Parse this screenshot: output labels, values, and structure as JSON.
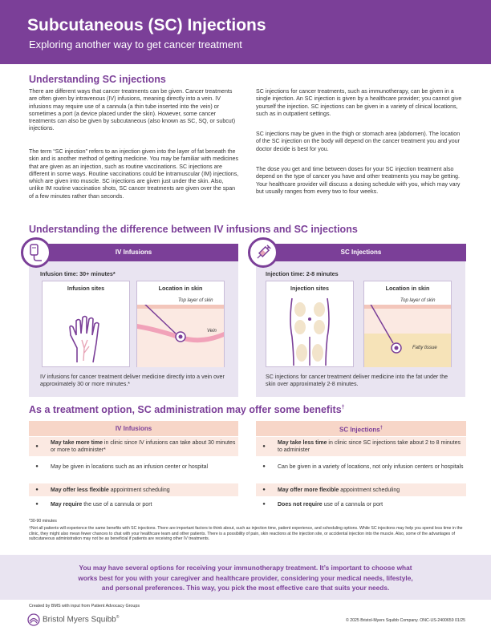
{
  "header": {
    "title": "Subcutaneous (SC) Injections",
    "subtitle": "Exploring another way to get cancer treatment"
  },
  "understanding": {
    "title": "Understanding SC injections",
    "left_p1": "There are different ways that cancer treatments can be given. Cancer treatments are often given by intravenous (IV) infusions, meaning directly into a vein. IV infusions may require use of a cannula (a thin tube inserted into the vein) or sometimes a port (a device placed under the skin). However, some cancer treatments can also be given by subcutaneous (also known as SC, SQ, or subcut) injections.",
    "left_p2": "The term “SC injection” refers to an injection given into the layer of fat beneath the skin and is another method of getting medicine. You may be familiar with medicines that are given as an injection, such as routine vaccinations. SC injections are different in some ways. Routine vaccinations could be intramuscular (IM) injections, which are given into muscle. SC injections are given just under the skin. Also, unlike IM routine vaccination shots, SC cancer treatments are given over the span of a few minutes rather than seconds.",
    "right_p1": "SC injections for cancer treatments, such as immunotherapy, can be given in a single injection. An SC injection is given by a healthcare provider; you cannot give yourself the injection. SC injections can be given in a variety of clinical locations, such as in outpatient settings.",
    "right_p2": "SC injections may be given in the thigh or stomach area (abdomen). The location of the SC injection on the body will depend on the cancer treatment you and your doctor decide is best for you.",
    "right_p3": "The dose you get and time between doses for your SC injection treatment also depend on the type of cancer you have and other treatments you may be getting. Your healthcare provider will discuss a dosing schedule with you, which may vary but usually ranges from every two to four weeks."
  },
  "difference": {
    "title": "Understanding the difference between IV infusions and SC injections",
    "iv": {
      "label": "IV Infusions",
      "icon": "iv-bag-icon",
      "time": "Infusion time: 30+ minutes*",
      "sites_label": "Infusion sites",
      "location_label": "Location in skin",
      "top_layer": "Top layer of skin",
      "vein": "Vein",
      "text": "IV infusions for cancer treatment deliver medicine directly into a vein over approximately 30 or more minutes.*"
    },
    "sc": {
      "label": "SC Injections",
      "icon": "syringe-icon",
      "time": "Injection time: 2-8 minutes",
      "sites_label": "Injection sites",
      "location_label": "Location in skin",
      "top_layer": "Top layer of skin",
      "fatty": "Fatty tissue",
      "text": "SC injections for cancer treatment deliver medicine into the fat under the skin over approximately 2-8 minutes."
    }
  },
  "benefits": {
    "title": "As a treatment option, SC administration may offer some benefits",
    "title_mark": "†",
    "iv_head": "IV Infusions",
    "sc_head": "SC Injections",
    "sc_head_mark": "†",
    "iv_rows": [
      {
        "bold": "May take more time",
        "rest": " in clinic since IV infusions can take about 30 minutes or more to administer*"
      },
      {
        "bold": "",
        "rest": "May be given in locations such as an infusion center or hospital"
      },
      {
        "bold": "May offer less flexible",
        "rest": " appointment scheduling"
      },
      {
        "bold": "May require",
        "rest": " the use of a cannula or port"
      }
    ],
    "sc_rows": [
      {
        "bold": "May take less time",
        "rest": " in clinic since SC injections take about 2 to 8 minutes to administer"
      },
      {
        "bold": "",
        "rest": "Can be given in a variety of locations, not only infusion centers or hospitals"
      },
      {
        "bold": "May offer more flexible",
        "rest": " appointment scheduling"
      },
      {
        "bold": "Does not require",
        "rest": " use of a cannula or port"
      }
    ]
  },
  "notes": {
    "n1": "*30-90 minutes",
    "n2": "†Not all patients will experience the same benefits with SC injections. There are important factors to think about, such as injection time, patient experience, and scheduling options. While SC injections may help you spend less time in the clinic, they might also mean fewer chances to chat with your healthcare team and other patients. There is a possibility of pain, skin reactions at the injection site, or accidental injection into the muscle. Also, some of the advantages of subcutaneous administration may not be as beneficial if patients are receiving other IV treatments."
  },
  "footer": {
    "message": "You may have several options for receiving your immunotherapy treatment. It’s important to choose what works best for you with your caregiver and healthcare provider, considering your medical needs, lifestyle, and personal preferences. This way, you pick the most effective care that suits your needs.",
    "created": "Created by BMS with input from Patient Advocacy Groups",
    "logo": "Bristol Myers Squibb",
    "logo_mark": "®",
    "copyright": "© 2025 Bristol-Myers Squibb Company.    ONC-US-2400659  01/25"
  },
  "colors": {
    "brand": "#7b3f98",
    "panel": "#e9e4f1",
    "peach": "#f7d6c8",
    "peach_light": "#fbe9e2"
  }
}
